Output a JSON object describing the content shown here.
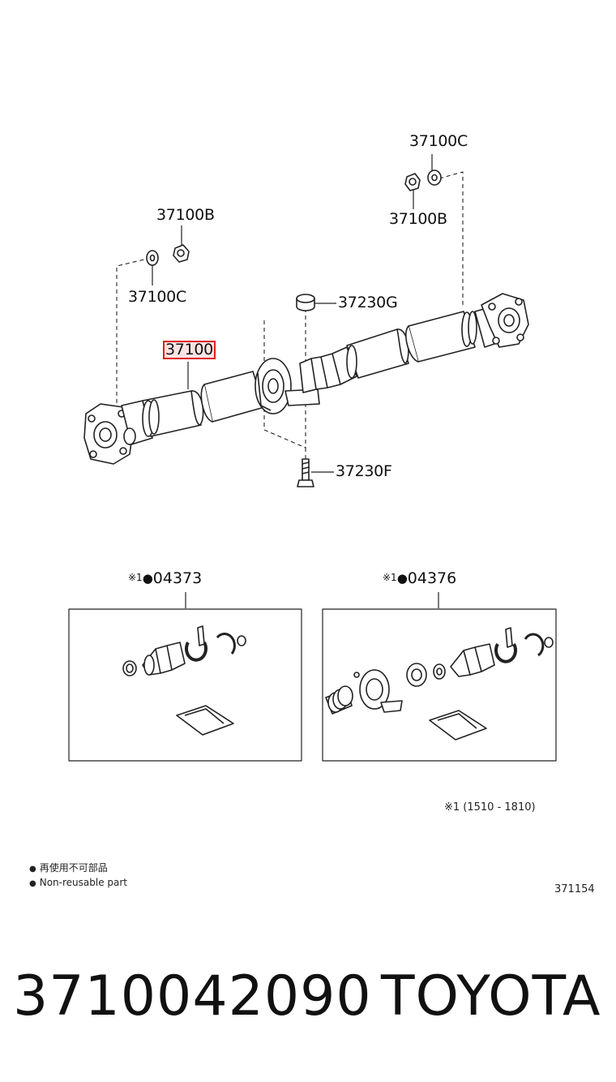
{
  "callouts": {
    "c_top": "37100C",
    "b_right": "37100B",
    "b_left": "37100B",
    "c_left": "37100C",
    "main": "37100",
    "g": "37230G",
    "f": "37230F"
  },
  "kits": [
    {
      "mark": "※1",
      "dot": "●",
      "number": "04373"
    },
    {
      "mark": "※1",
      "dot": "●",
      "number": "04376"
    }
  ],
  "date_note": "※1 (1510 - 1810)",
  "legend": {
    "dot": "●",
    "line_jp": "再使用不可部品",
    "line_en": "Non-reusable part"
  },
  "figure_id": "371154",
  "footer": {
    "part_number": "3710042090",
    "brand": "TOYOTA"
  },
  "colors": {
    "highlight_border": "#e02020",
    "highlight_fill": "#fbe3e3",
    "ink": "#111111"
  }
}
